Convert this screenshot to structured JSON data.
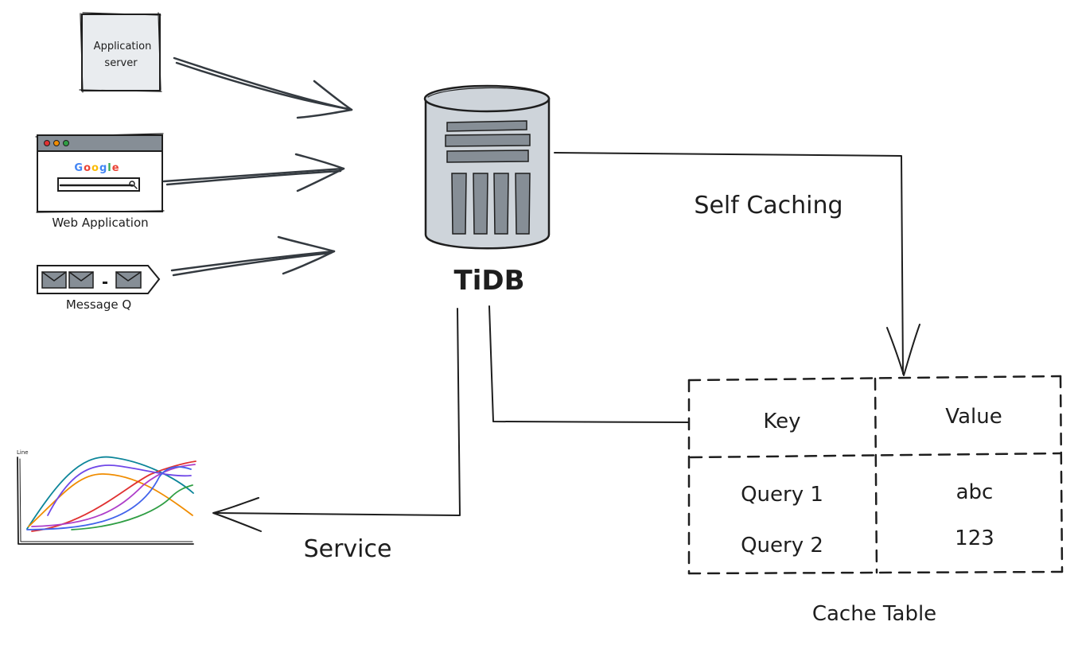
{
  "sources": {
    "app_server_label": "Application server",
    "app_server_line1": "Application",
    "app_server_line2": "server",
    "web_app_label": "Web Application",
    "web_app_search_brand": "Google",
    "message_q_label": "Message Q"
  },
  "database": {
    "label": "TiDB",
    "fill_color": "#ced4da",
    "stroke_color": "#1e1e1e"
  },
  "flows": {
    "self_caching_label": "Self Caching",
    "service_label": "Service"
  },
  "cache_table": {
    "caption": "Cache Table",
    "headers": [
      "Key",
      "Value"
    ],
    "rows": [
      {
        "key": "Query 1",
        "value": "abc"
      },
      {
        "key": "Query 2",
        "value": "123"
      }
    ]
  },
  "line_chart_thumbnail": {
    "title": "Line",
    "series_colors": [
      "#0c8599",
      "#f08c00",
      "#e03131",
      "#7048e8",
      "#ae3ec9",
      "#2f9e44",
      "#4263eb"
    ]
  },
  "colors": {
    "ink": "#1e1e1e",
    "arrow": "#343a40",
    "google_blue": "#4285f4",
    "google_red": "#ea4335",
    "google_yellow": "#fbbc05",
    "google_green": "#34a853",
    "window_dot_red": "#e03131",
    "window_dot_yellow": "#f08c00",
    "window_dot_green": "#2f9e44"
  }
}
